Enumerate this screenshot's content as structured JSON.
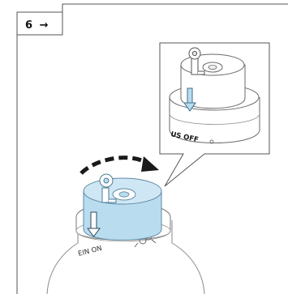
{
  "step": {
    "number": "6",
    "arrow": "→"
  },
  "labels": {
    "callout_off": "US OFF",
    "main_on": "EIN ON"
  },
  "colors": {
    "frame": "#555555",
    "line": "#666666",
    "cap_fill": "#b9dcef",
    "cap_stroke": "#5f8aa5",
    "arrow_dark": "#1a1a1a"
  },
  "icons": {
    "rotation": "curved-dashed-arrow-icon",
    "key": "key-icon",
    "down": "down-arrow-icon"
  }
}
